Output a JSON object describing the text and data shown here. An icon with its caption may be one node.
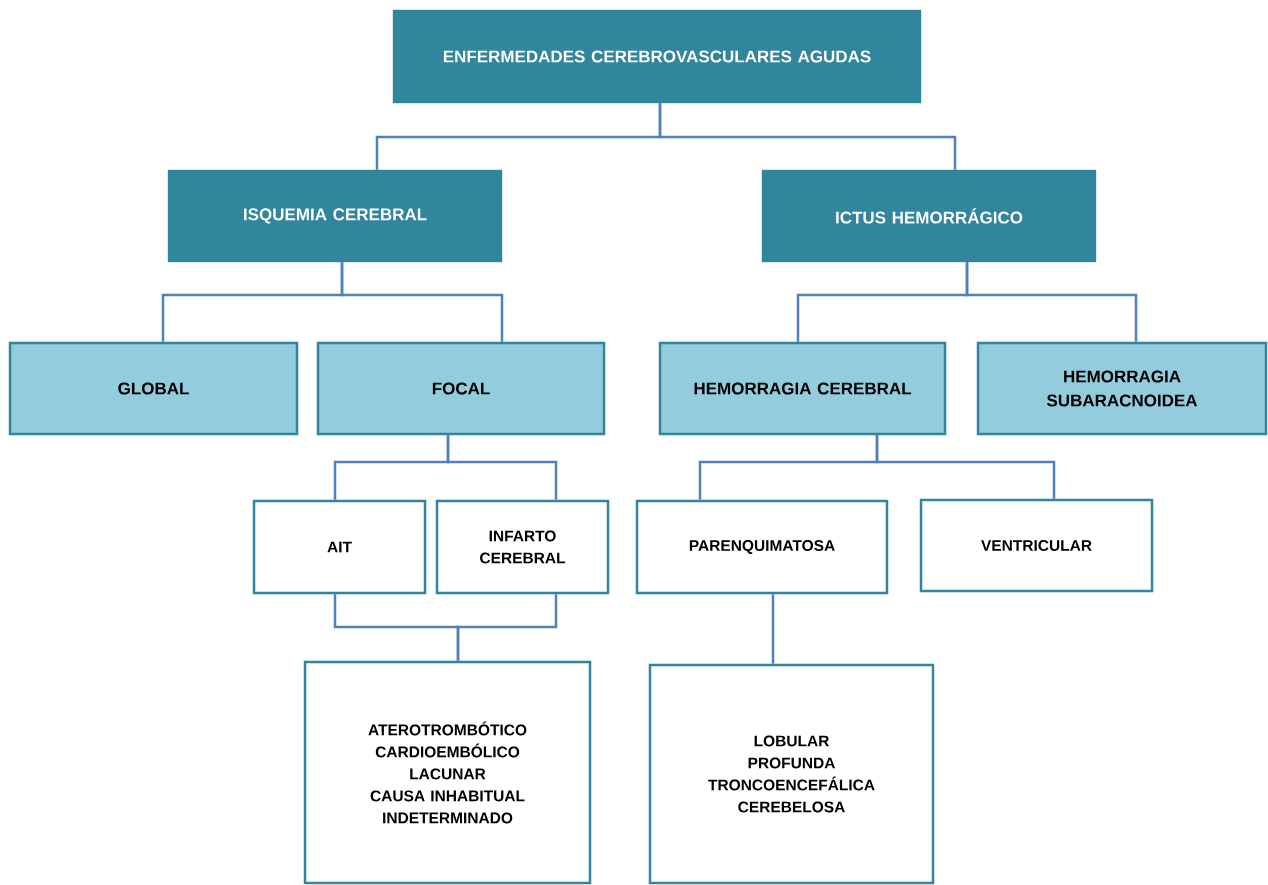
{
  "diagram": {
    "nodes": [
      {
        "text": [
          "ENFERMEDADES CEREBROVASCULARES AGUDAS"
        ]
      },
      {
        "text": [
          "ISQUEMIA CEREBRAL"
        ]
      },
      {
        "text": [
          "ICTUS HEMORRÁGICO"
        ]
      },
      {
        "text": [
          "GLOBAL"
        ]
      },
      {
        "text": [
          "FOCAL"
        ]
      },
      {
        "text": [
          "HEMORRAGIA CEREBRAL"
        ]
      },
      {
        "text": [
          "HEMORRAGIA SUBARACNOIDEA"
        ]
      },
      {
        "text": [
          "AIT"
        ]
      },
      {
        "text": [
          "INFARTO CEREBRAL"
        ]
      },
      {
        "text": [
          "PARENQUIMATOSA"
        ]
      },
      {
        "text": [
          "VENTRICULAR"
        ]
      },
      {
        "text": [
          "ATEROTROMBÓTICO",
          "CARDIOEMBÓLICO",
          "LACUNAR",
          "CAUSA INHABITUAL",
          "INDETERMINADO"
        ]
      },
      {
        "text": [
          "LOBULAR",
          "PROFUNDA",
          "TRONCOENCEFÁLICA",
          "CEREBELOSA"
        ]
      }
    ],
    "edges": [
      {
        "from": 0,
        "to": 1,
        "arrow": "none"
      },
      {
        "from": 0,
        "to": 2,
        "arrow": "none"
      },
      {
        "from": 1,
        "to": 3,
        "arrow": "none"
      },
      {
        "from": 1,
        "to": 4,
        "arrow": "none"
      },
      {
        "from": 2,
        "to": 5,
        "arrow": "none"
      },
      {
        "from": 2,
        "to": 6,
        "arrow": "none"
      },
      {
        "from": 4,
        "to": 7,
        "arrow": "none"
      },
      {
        "from": 4,
        "to": 8,
        "arrow": "none"
      },
      {
        "from": 5,
        "to": 9,
        "arrow": "none"
      },
      {
        "from": 5,
        "to": 10,
        "arrow": "none"
      },
      {
        "from": 7,
        "to": 11,
        "arrow": "none"
      },
      {
        "from": 8,
        "to": 11,
        "arrow": "none"
      },
      {
        "from": 9,
        "to": 12,
        "arrow": "none"
      }
    ]
  }
}
